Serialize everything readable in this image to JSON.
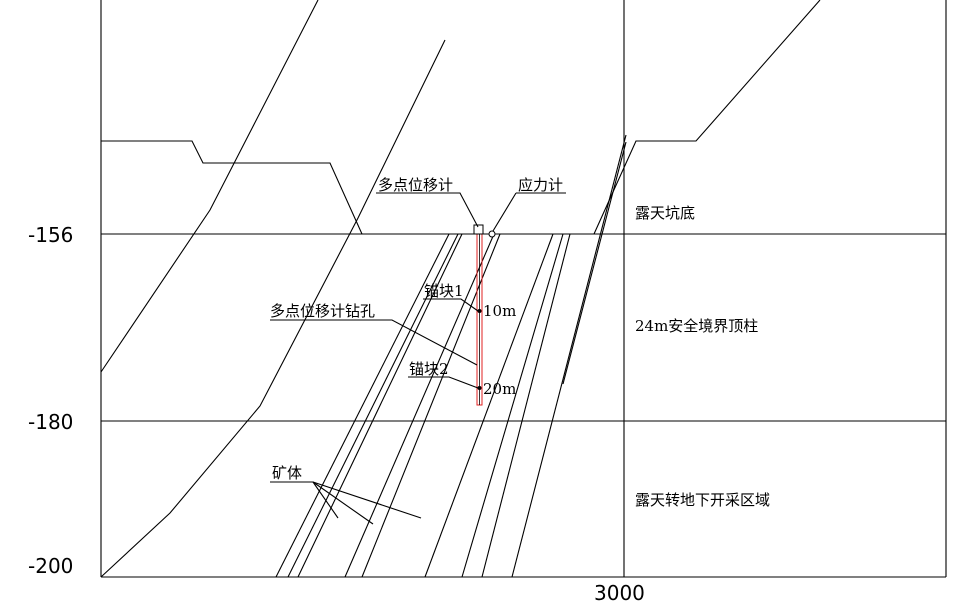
{
  "axis": {
    "elevations": [
      "-156",
      "-180",
      "-200"
    ],
    "x_tick": "3000"
  },
  "zones": {
    "pit_bottom": "露天坑底",
    "pillar": "24m安全境界顶柱",
    "transition": "露天转地下开采区域"
  },
  "instruments": {
    "displacement_meter": "多点位移计",
    "stress_meter": "应力计",
    "borehole": "多点位移计钻孔",
    "anchor_1": "锚块1",
    "anchor_2": "锚块2",
    "depth_1": "10m",
    "depth_2": "20m"
  },
  "orebody": "矿体",
  "colors": {
    "lines": "#000000",
    "borehole": "#e02020"
  }
}
